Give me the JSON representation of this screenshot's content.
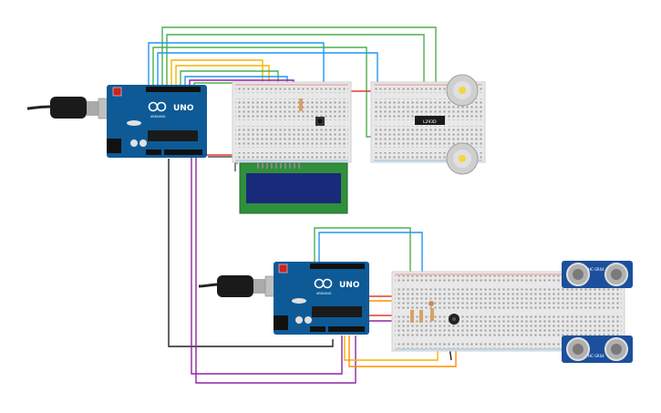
{
  "arduino_top": {
    "brand": "UNO",
    "logo_text": "ARDUINO"
  },
  "arduino_bottom": {
    "brand": "UNO",
    "logo_text": "ARDUINO"
  },
  "motor_driver": {
    "label": "L293D"
  },
  "ultrasonic_top": {
    "label": "HC-SR04"
  },
  "ultrasonic_bottom": {
    "label": "HC-SR04"
  },
  "colors": {
    "arduino_board": "#0e5a96",
    "breadboard": "#e8e8e8",
    "lcd_frame": "#2f8f3a",
    "lcd_screen": "#1a2a7a",
    "sensor_board": "#1c4f9c",
    "wire_green": "#4caf50",
    "wire_blue": "#2196f3",
    "wire_yellow": "#f5b400",
    "wire_red": "#e53935",
    "wire_orange": "#ff8f00",
    "wire_purple": "#8e24aa",
    "wire_black": "#222222"
  }
}
